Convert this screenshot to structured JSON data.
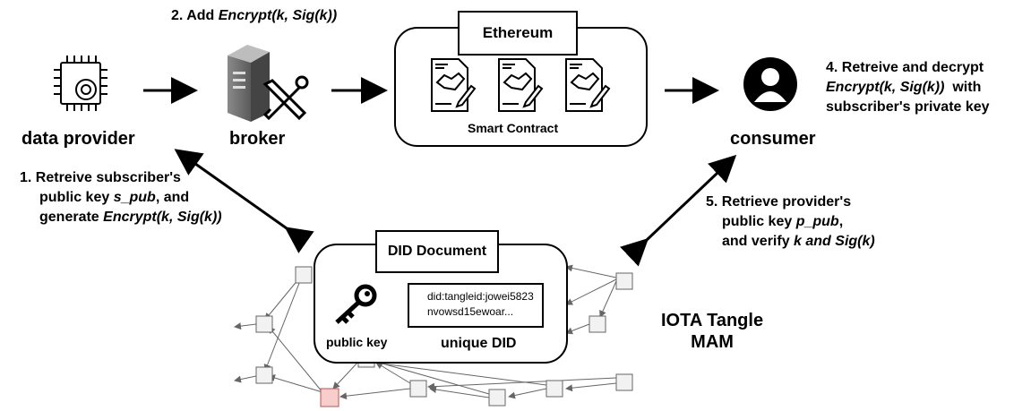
{
  "nodes": {
    "data_provider": "data provider",
    "broker": "broker",
    "consumer": "consumer",
    "ethereum": "Ethereum",
    "smart_contract": "Smart Contract",
    "did_document": "DID Document",
    "public_key": "public key",
    "unique_did": "unique DID",
    "did_line1": "did:tangleid:jowei5823",
    "did_line2": "nvowsd15ewoar...",
    "tangle_line1": "IOTA Tangle",
    "tangle_line2": "MAM"
  },
  "steps": {
    "step1_line1": "1. Retreive subscriber's",
    "step1_line2_a": "public key ",
    "step1_line2_b": "s_pub",
    "step1_line2_c": ",  and",
    "step1_line3_a": "generate ",
    "step1_line3_b": "Encrypt(k, Sig(k))",
    "step2_a": "2. Add ",
    "step2_b": "Encrypt(k, Sig(k))",
    "step4_line1": "4. Retreive and decrypt",
    "step4_line2_a": "Encrypt(k, Sig(k))",
    "step4_line2_b": "  with",
    "step4_line3": "subscriber's private key",
    "step5_line1": "5. Retrieve provider's",
    "step5_line2_a": "public key ",
    "step5_line2_b": "p_pub",
    "step5_line2_c": ",",
    "step5_line3_a": "and verify ",
    "step5_line3_b": "k and Sig(k)"
  },
  "icons": [
    "chip-icon",
    "server-tools-icon",
    "contract-icon",
    "contract-icon",
    "contract-icon",
    "user-icon",
    "key-icon"
  ],
  "colors": {
    "stroke": "#000000",
    "tangle_node": "#f2f2f2",
    "tangle_highlight": "#f8cecc",
    "tangle_highlight_border": "#b85450",
    "edge": "#666666"
  }
}
